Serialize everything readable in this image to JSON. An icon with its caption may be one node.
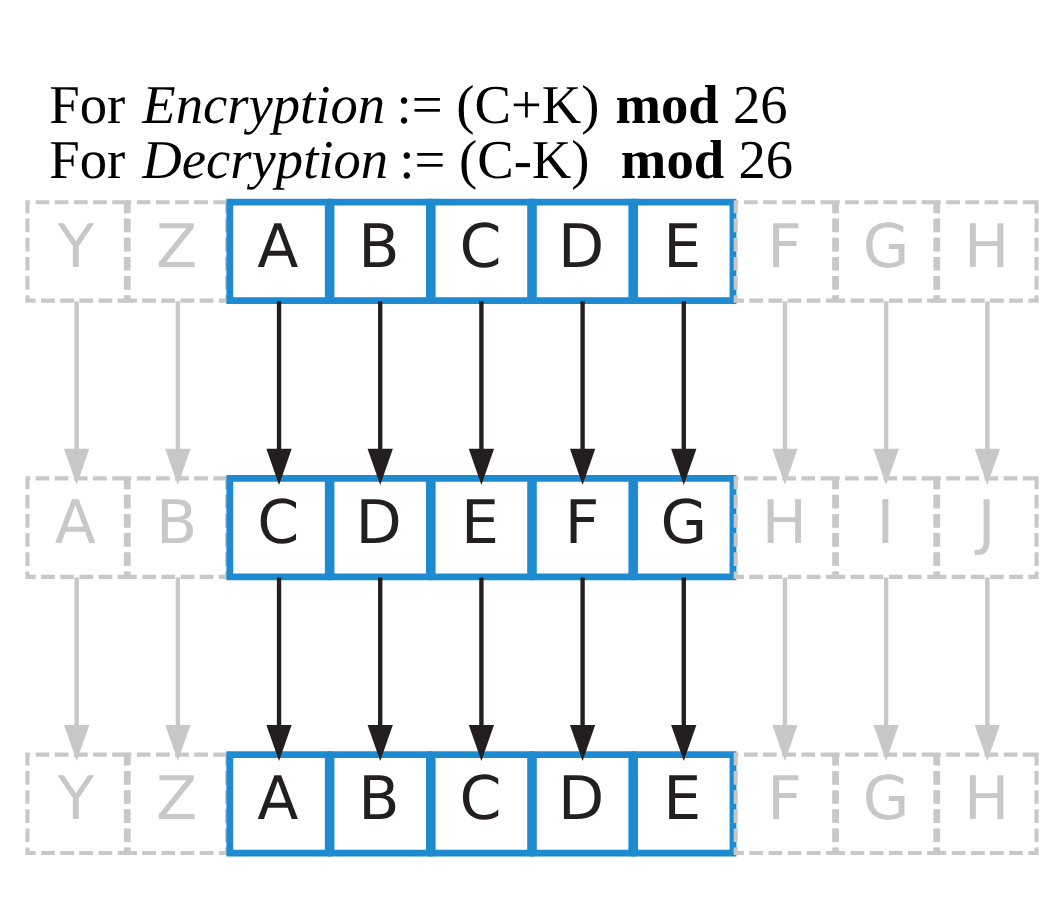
{
  "diagram": {
    "title": "For *Encryption* := (C+K) **mod** 26",
    "caption": "For *Decryption* := (C-K)  **mod** 26",
    "nodes": [
      {
        "text": [
          "Y"
        ]
      },
      {
        "text": [
          "Z"
        ]
      },
      {
        "text": [
          "A"
        ]
      },
      {
        "text": [
          "B"
        ]
      },
      {
        "text": [
          "C"
        ]
      },
      {
        "text": [
          "D"
        ]
      },
      {
        "text": [
          "E"
        ]
      },
      {
        "text": [
          "F"
        ]
      },
      {
        "text": [
          "G"
        ]
      },
      {
        "text": [
          "H"
        ]
      },
      {
        "text": [
          "A"
        ]
      },
      {
        "text": [
          "B"
        ]
      },
      {
        "text": [
          "C"
        ]
      },
      {
        "text": [
          "D"
        ]
      },
      {
        "text": [
          "E"
        ]
      },
      {
        "text": [
          "F"
        ]
      },
      {
        "text": [
          "G"
        ]
      },
      {
        "text": [
          "H"
        ]
      },
      {
        "text": [
          "I"
        ]
      },
      {
        "text": [
          "J"
        ]
      },
      {
        "text": [
          "Y"
        ]
      },
      {
        "text": [
          "Z"
        ]
      },
      {
        "text": [
          "A"
        ]
      },
      {
        "text": [
          "B"
        ]
      },
      {
        "text": [
          "C"
        ]
      },
      {
        "text": [
          "D"
        ]
      },
      {
        "text": [
          "E"
        ]
      },
      {
        "text": [
          "F"
        ]
      },
      {
        "text": [
          "G"
        ]
      },
      {
        "text": [
          "H"
        ]
      }
    ],
    "edges": [
      {
        "from": 0,
        "to": 10,
        "arrow": "to"
      },
      {
        "from": 1,
        "to": 11,
        "arrow": "to"
      },
      {
        "from": 2,
        "to": 12,
        "arrow": "to",
        "color": "#231f20"
      },
      {
        "from": 3,
        "to": 13,
        "arrow": "to",
        "color": "#231f20"
      },
      {
        "from": 4,
        "to": 14,
        "arrow": "to",
        "color": "#231f20"
      },
      {
        "from": 5,
        "to": 15,
        "arrow": "to",
        "color": "#231f20"
      },
      {
        "from": 6,
        "to": 16,
        "arrow": "to",
        "color": "#231f20"
      },
      {
        "from": 7,
        "to": 17,
        "arrow": "to"
      },
      {
        "from": 8,
        "to": 18,
        "arrow": "to"
      },
      {
        "from": 9,
        "to": 19,
        "arrow": "to"
      },
      {
        "from": 10,
        "to": 20,
        "arrow": "to"
      },
      {
        "from": 11,
        "to": 21,
        "arrow": "to"
      },
      {
        "from": 12,
        "to": 22,
        "arrow": "to",
        "color": "#231f20"
      },
      {
        "from": 13,
        "to": 23,
        "arrow": "to",
        "color": "#231f20"
      },
      {
        "from": 14,
        "to": 24,
        "arrow": "to",
        "color": "#231f20"
      },
      {
        "from": 15,
        "to": 25,
        "arrow": "to",
        "color": "#231f20"
      },
      {
        "from": 16,
        "to": 26,
        "arrow": "to",
        "color": "#231f20"
      },
      {
        "from": 17,
        "to": 27,
        "arrow": "to"
      },
      {
        "from": 18,
        "to": 28,
        "arrow": "to"
      },
      {
        "from": 19,
        "to": 29,
        "arrow": "to"
      }
    ]
  }
}
